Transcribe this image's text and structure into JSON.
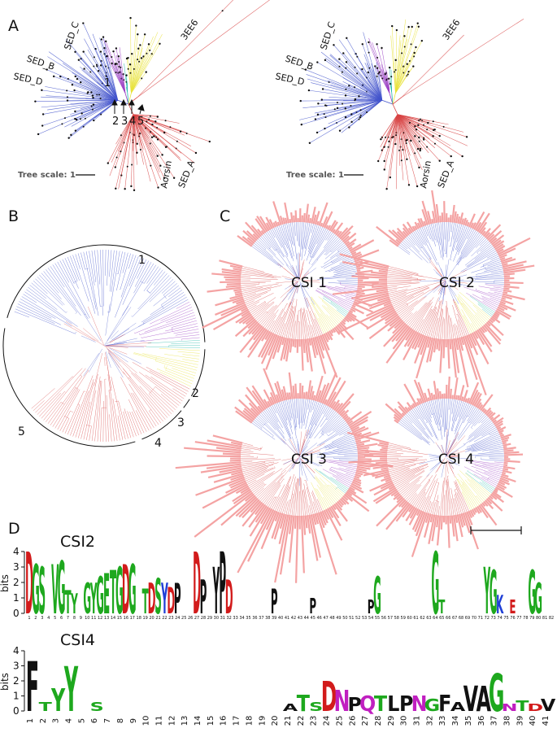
{
  "colors": {
    "clade_blue": "#4455cc",
    "clade_purple": "#9b3fc4",
    "clade_teal": "#1fb8a8",
    "clade_yellow": "#e8e23a",
    "clade_red": "#d84545",
    "csi_bars": "#f4a3a3",
    "dna_A": "#1ea81e",
    "dna_C": "#1f3fd6",
    "dna_D": "#d21b1b",
    "dna_N": "#c01fc0",
    "dna_P": "#111111"
  },
  "panelA": {
    "letter": "A",
    "left_tree": {
      "clade_labels": [
        "SED_C",
        "SED_B",
        "SED_D",
        "3EE6",
        "Aorsin",
        "SED_A"
      ],
      "node_numbers": [
        "1",
        "2",
        "3",
        "4",
        "5"
      ],
      "scale_label": "Tree scale: 1"
    },
    "right_tree": {
      "clade_labels": [
        "SED_C",
        "SED_B",
        "SED_D",
        "3EE6",
        "Aorsin",
        "SED_A"
      ],
      "scale_label": "Tree scale: 1"
    }
  },
  "panelB": {
    "letter": "B",
    "clade_numbers": [
      "1",
      "2",
      "3",
      "4",
      "5"
    ]
  },
  "panelC": {
    "letter": "C",
    "trees": [
      "CSI 1",
      "CSI 2",
      "CSI 3",
      "CSI 4"
    ]
  },
  "panelD": {
    "letter": "D",
    "logos": [
      {
        "title": "CSI2",
        "ylabel": "bits",
        "y_ticks": [
          "0",
          "1",
          "2",
          "3",
          "4"
        ],
        "positions": [
          "1",
          "2",
          "3",
          "4",
          "5",
          "6",
          "7",
          "8",
          "9",
          "10",
          "11",
          "12",
          "13",
          "14",
          "15",
          "16",
          "17",
          "18",
          "19",
          "20",
          "21",
          "22",
          "23",
          "24",
          "25",
          "26",
          "27",
          "28",
          "29",
          "30",
          "31",
          "32",
          "33",
          "34",
          "35",
          "36",
          "37",
          "38",
          "39",
          "40",
          "41",
          "42",
          "43",
          "44",
          "45",
          "46",
          "47",
          "48",
          "49",
          "50",
          "51",
          "52",
          "53",
          "54",
          "55",
          "56",
          "57",
          "58",
          "59",
          "60",
          "61",
          "62",
          "63",
          "64",
          "65",
          "66",
          "67",
          "68",
          "69",
          "70",
          "71",
          "72",
          "73",
          "74",
          "75",
          "76",
          "77",
          "78",
          "79",
          "80",
          "81",
          "82"
        ],
        "letters": [
          {
            "pos": 1,
            "char": "D",
            "bits": 4.0,
            "color": "#d21b1b"
          },
          {
            "pos": 2,
            "char": "G",
            "bits": 3.2,
            "color": "#1ea81e"
          },
          {
            "pos": 3,
            "char": "S",
            "bits": 3.0,
            "color": "#1ea81e"
          },
          {
            "pos": 5,
            "char": "V",
            "bits": 3.2,
            "color": "#1ea81e"
          },
          {
            "pos": 6,
            "char": "G",
            "bits": 3.4,
            "color": "#1ea81e"
          },
          {
            "pos": 7,
            "char": "T",
            "bits": 1.5,
            "color": "#1ea81e"
          },
          {
            "pos": 8,
            "char": "Y",
            "bits": 1.3,
            "color": "#1ea81e"
          },
          {
            "pos": 10,
            "char": "G",
            "bits": 2.0,
            "color": "#1ea81e"
          },
          {
            "pos": 11,
            "char": "Y",
            "bits": 2.0,
            "color": "#1ea81e"
          },
          {
            "pos": 12,
            "char": "G",
            "bits": 2.4,
            "color": "#1ea81e"
          },
          {
            "pos": 13,
            "char": "E",
            "bits": 2.6,
            "color": "#1ea81e"
          },
          {
            "pos": 14,
            "char": "T",
            "bits": 2.8,
            "color": "#1ea81e"
          },
          {
            "pos": 15,
            "char": "G",
            "bits": 3.0,
            "color": "#1ea81e"
          },
          {
            "pos": 16,
            "char": "D",
            "bits": 3.2,
            "color": "#d21b1b"
          },
          {
            "pos": 17,
            "char": "G",
            "bits": 3.2,
            "color": "#1ea81e"
          },
          {
            "pos": 19,
            "char": "T",
            "bits": 1.6,
            "color": "#1ea81e"
          },
          {
            "pos": 20,
            "char": "D",
            "bits": 2.0,
            "color": "#d21b1b"
          },
          {
            "pos": 21,
            "char": "S",
            "bits": 2.3,
            "color": "#1ea81e"
          },
          {
            "pos": 22,
            "char": "Y",
            "bits": 2.0,
            "color": "#1f3fd6"
          },
          {
            "pos": 23,
            "char": "D",
            "bits": 1.7,
            "color": "#d21b1b"
          },
          {
            "pos": 24,
            "char": "P",
            "bits": 2.0,
            "color": "#111111"
          },
          {
            "pos": 27,
            "char": "D",
            "bits": 4.0,
            "color": "#d21b1b"
          },
          {
            "pos": 28,
            "char": "P",
            "bits": 2.2,
            "color": "#111111"
          },
          {
            "pos": 30,
            "char": "Y",
            "bits": 3.0,
            "color": "#111111"
          },
          {
            "pos": 31,
            "char": "P",
            "bits": 4.0,
            "color": "#111111"
          },
          {
            "pos": 32,
            "char": "D",
            "bits": 2.2,
            "color": "#d21b1b"
          },
          {
            "pos": 39,
            "char": "P",
            "bits": 1.6,
            "color": "#111111"
          },
          {
            "pos": 45,
            "char": "P",
            "bits": 1.0,
            "color": "#111111"
          },
          {
            "pos": 54,
            "char": "P",
            "bits": 0.9,
            "color": "#111111"
          },
          {
            "pos": 55,
            "char": "G",
            "bits": 2.4,
            "color": "#1ea81e"
          },
          {
            "pos": 64,
            "char": "G",
            "bits": 4.0,
            "color": "#1ea81e"
          },
          {
            "pos": 65,
            "char": "T",
            "bits": 0.9,
            "color": "#1ea81e"
          },
          {
            "pos": 72,
            "char": "Y",
            "bits": 3.0,
            "color": "#1ea81e"
          },
          {
            "pos": 73,
            "char": "G",
            "bits": 2.8,
            "color": "#1ea81e"
          },
          {
            "pos": 74,
            "char": "K",
            "bits": 1.2,
            "color": "#1f3fd6"
          },
          {
            "pos": 76,
            "char": "E",
            "bits": 0.9,
            "color": "#d21b1b"
          },
          {
            "pos": 79,
            "char": "G",
            "bits": 2.8,
            "color": "#1ea81e"
          },
          {
            "pos": 80,
            "char": "G",
            "bits": 2.0,
            "color": "#1ea81e"
          }
        ]
      },
      {
        "title": "CSI4",
        "ylabel": "bits",
        "y_ticks": [
          "0",
          "1",
          "2",
          "3",
          "4"
        ],
        "positions": [
          "1",
          "2",
          "3",
          "4",
          "5",
          "6",
          "7",
          "8",
          "9",
          "10",
          "11",
          "12",
          "13",
          "14",
          "15",
          "16",
          "17",
          "18",
          "19",
          "20",
          "21",
          "22",
          "23",
          "24",
          "25",
          "26",
          "27",
          "28",
          "29",
          "30",
          "31",
          "32",
          "33",
          "34",
          "35",
          "36",
          "37",
          "38",
          "39",
          "40",
          "41"
        ],
        "letters": [
          {
            "pos": 1,
            "char": "F",
            "bits": 3.3,
            "color": "#111111"
          },
          {
            "pos": 2,
            "char": "T",
            "bits": 0.6,
            "color": "#1ea81e"
          },
          {
            "pos": 3,
            "char": "Y",
            "bits": 1.5,
            "color": "#1ea81e"
          },
          {
            "pos": 4,
            "char": "Y",
            "bits": 3.0,
            "color": "#1ea81e"
          },
          {
            "pos": 6,
            "char": "S",
            "bits": 0.6,
            "color": "#1ea81e"
          },
          {
            "pos": 21,
            "char": "A",
            "bits": 0.5,
            "color": "#111111"
          },
          {
            "pos": 22,
            "char": "T",
            "bits": 1.1,
            "color": "#1ea81e"
          },
          {
            "pos": 23,
            "char": "S",
            "bits": 0.6,
            "color": "#1ea81e"
          },
          {
            "pos": 24,
            "char": "D",
            "bits": 2.0,
            "color": "#d21b1b"
          },
          {
            "pos": 25,
            "char": "N",
            "bits": 1.4,
            "color": "#c01fc0"
          },
          {
            "pos": 26,
            "char": "P",
            "bits": 0.9,
            "color": "#111111"
          },
          {
            "pos": 27,
            "char": "Q",
            "bits": 1.0,
            "color": "#c01fc0"
          },
          {
            "pos": 28,
            "char": "T",
            "bits": 1.0,
            "color": "#1ea81e"
          },
          {
            "pos": 29,
            "char": "L",
            "bits": 1.0,
            "color": "#111111"
          },
          {
            "pos": 30,
            "char": "P",
            "bits": 1.0,
            "color": "#111111"
          },
          {
            "pos": 31,
            "char": "N",
            "bits": 1.0,
            "color": "#c01fc0"
          },
          {
            "pos": 32,
            "char": "G",
            "bits": 0.8,
            "color": "#1ea81e"
          },
          {
            "pos": 33,
            "char": "F",
            "bits": 1.1,
            "color": "#111111"
          },
          {
            "pos": 34,
            "char": "A",
            "bits": 0.6,
            "color": "#111111"
          },
          {
            "pos": 35,
            "char": "V",
            "bits": 1.7,
            "color": "#111111"
          },
          {
            "pos": 36,
            "char": "A",
            "bits": 1.7,
            "color": "#111111"
          },
          {
            "pos": 37,
            "char": "G",
            "bits": 2.5,
            "color": "#1ea81e"
          },
          {
            "pos": 38,
            "char": "N",
            "bits": 0.5,
            "color": "#c01fc0"
          },
          {
            "pos": 39,
            "char": "T",
            "bits": 0.7,
            "color": "#1ea81e"
          },
          {
            "pos": 40,
            "char": "D",
            "bits": 0.5,
            "color": "#d21b1b"
          },
          {
            "pos": 41,
            "char": "V",
            "bits": 0.8,
            "color": "#111111"
          }
        ]
      }
    ]
  }
}
